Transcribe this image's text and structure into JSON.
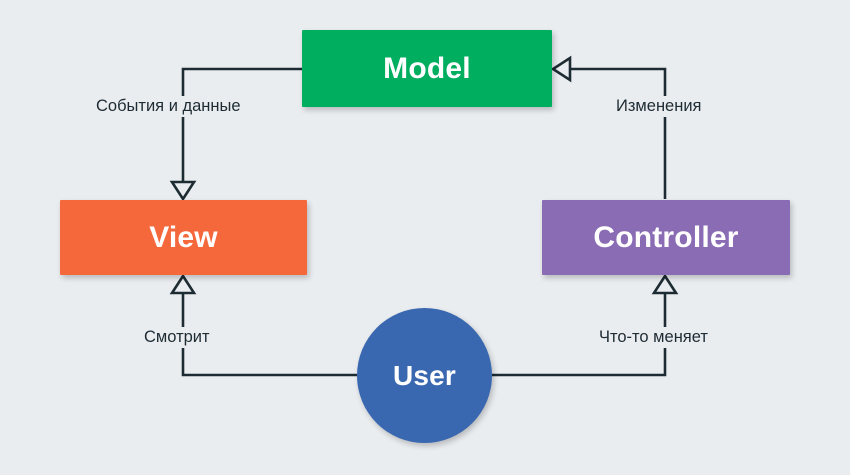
{
  "diagram": {
    "title": "MVC pattern diagram",
    "background_color": "#eaedf0",
    "edge_color": "#1d2b33",
    "nodes": [
      {
        "id": "model",
        "label": "Model",
        "shape": "rect",
        "color": "#00ae5f",
        "text_color": "#ffffff"
      },
      {
        "id": "view",
        "label": "View",
        "shape": "rect",
        "color": "#f4683c",
        "text_color": "#ffffff"
      },
      {
        "id": "controller",
        "label": "Controller",
        "shape": "rect",
        "color": "#8a6cb4",
        "text_color": "#ffffff"
      },
      {
        "id": "user",
        "label": "User",
        "shape": "circle",
        "color": "#3a68b0",
        "text_color": "#ffffff"
      }
    ],
    "edges": [
      {
        "id": "model-to-view",
        "from": "model",
        "to": "view",
        "label": "События и данные",
        "arrow": "open-triangle"
      },
      {
        "id": "controller-to-model",
        "from": "controller",
        "to": "model",
        "label": "Изменения",
        "arrow": "open-triangle"
      },
      {
        "id": "user-to-view",
        "from": "user",
        "to": "view",
        "label": "Смотрит",
        "arrow": "open-triangle"
      },
      {
        "id": "user-to-controller",
        "from": "user",
        "to": "controller",
        "label": "Что-то меняет",
        "arrow": "open-triangle"
      }
    ]
  }
}
